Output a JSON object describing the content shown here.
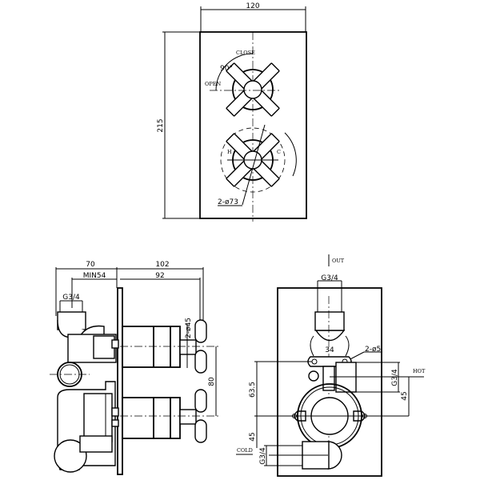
{
  "front_view": {
    "width_dim": "120",
    "height_dim": "215",
    "close_label": "CLOSE",
    "angle_label": "90°",
    "open_label": "OPEN",
    "hot_mark": "H",
    "cold_mark": "C",
    "diameter_note": "2-ø73"
  },
  "side_view": {
    "body_depth_dim": "70",
    "projection_dim": "102",
    "min_depth_dim": "MIN54",
    "handle_projection_dim": "92",
    "thread_label": "G3/4",
    "handle_dia_note": "2-ø45",
    "handle_spacing_dim": "80"
  },
  "rear_view": {
    "out_label": "OUT",
    "out_thread": "G3/4",
    "width_dim": "34",
    "hole_note": "2-ø5",
    "hot_label": "HOT",
    "hot_thread": "G3/4",
    "hot_offset_dim": "45",
    "upper_offset_dim": "63.5",
    "lower_offset_dim": "45",
    "cold_label": "COLD",
    "cold_thread": "G3/4"
  }
}
